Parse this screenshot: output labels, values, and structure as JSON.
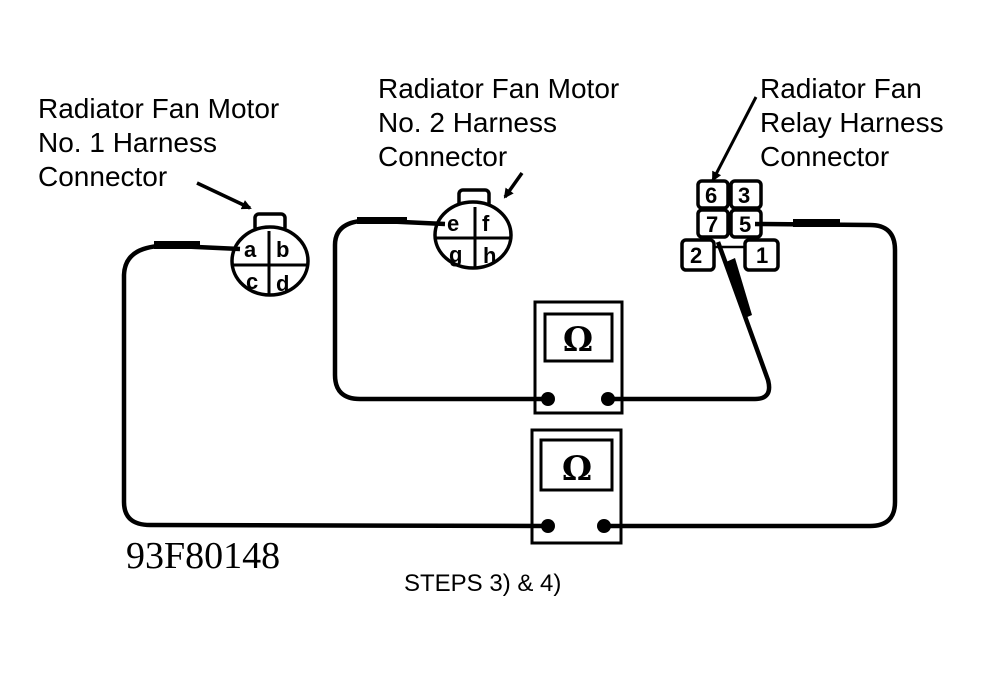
{
  "labels": {
    "motor1": [
      "Radiator Fan Motor",
      "No. 1 Harness",
      "Connector"
    ],
    "motor2": [
      "Radiator Fan Motor",
      "No. 2 Harness",
      "Connector"
    ],
    "relay": [
      "Radiator Fan",
      "Relay Harness",
      "Connector"
    ]
  },
  "connectors": {
    "motor1_pins": [
      "a",
      "b",
      "c",
      "d"
    ],
    "motor2_pins": [
      "e",
      "f",
      "g",
      "h"
    ],
    "relay_pins": [
      "6",
      "3",
      "7",
      "5",
      "2",
      "1"
    ]
  },
  "meters": {
    "upper_symbol": "Ω",
    "lower_symbol": "Ω",
    "icon": "ohmmeter-icon"
  },
  "figure_id": "93F80148",
  "caption": "STEPS 3) & 4)",
  "colors": {
    "ink": "#000000",
    "background": "#ffffff"
  }
}
